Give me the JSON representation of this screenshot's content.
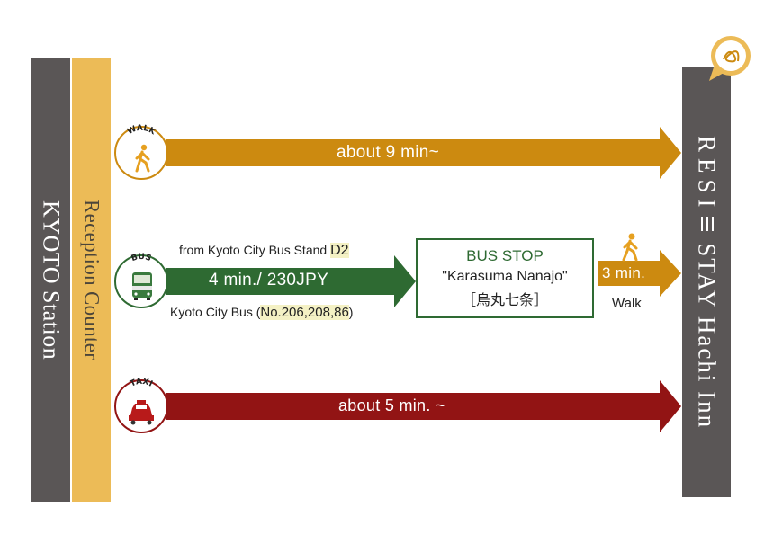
{
  "station": {
    "label": "KYOTO Station"
  },
  "reception": {
    "label": "Reception Counter"
  },
  "hotel": {
    "label_a": "RESI",
    "label_b": "STAY Hachi Inn"
  },
  "walk": {
    "badge": "WALK",
    "time": "about 9 min~"
  },
  "bus": {
    "badge": "BUS",
    "stand_prefix": "from Kyoto City Bus Stand ",
    "stand_code": "D2",
    "time": "4 min./ 230JPY",
    "line_prefix": "Kyoto City Bus (",
    "line_numbers": "No.206,208,86",
    "line_suffix": ")"
  },
  "bus_stop": {
    "title": "BUS STOP",
    "name": "\"Karasuma Nanajo\"",
    "kanji": "［烏丸七条］"
  },
  "walk_final": {
    "time": "3 min.",
    "label": "Walk"
  },
  "taxi": {
    "badge": "TAXI",
    "time": "about 5 min. ~"
  },
  "colors": {
    "walk": "#cc8a10",
    "bus": "#2e6a32",
    "taxi": "#921414",
    "bar_dark": "#5a5656",
    "bar_gold": "#ecbb57"
  },
  "icons": [
    "walking-person-icon",
    "bus-icon",
    "taxi-icon",
    "speech-bubble-icon"
  ]
}
